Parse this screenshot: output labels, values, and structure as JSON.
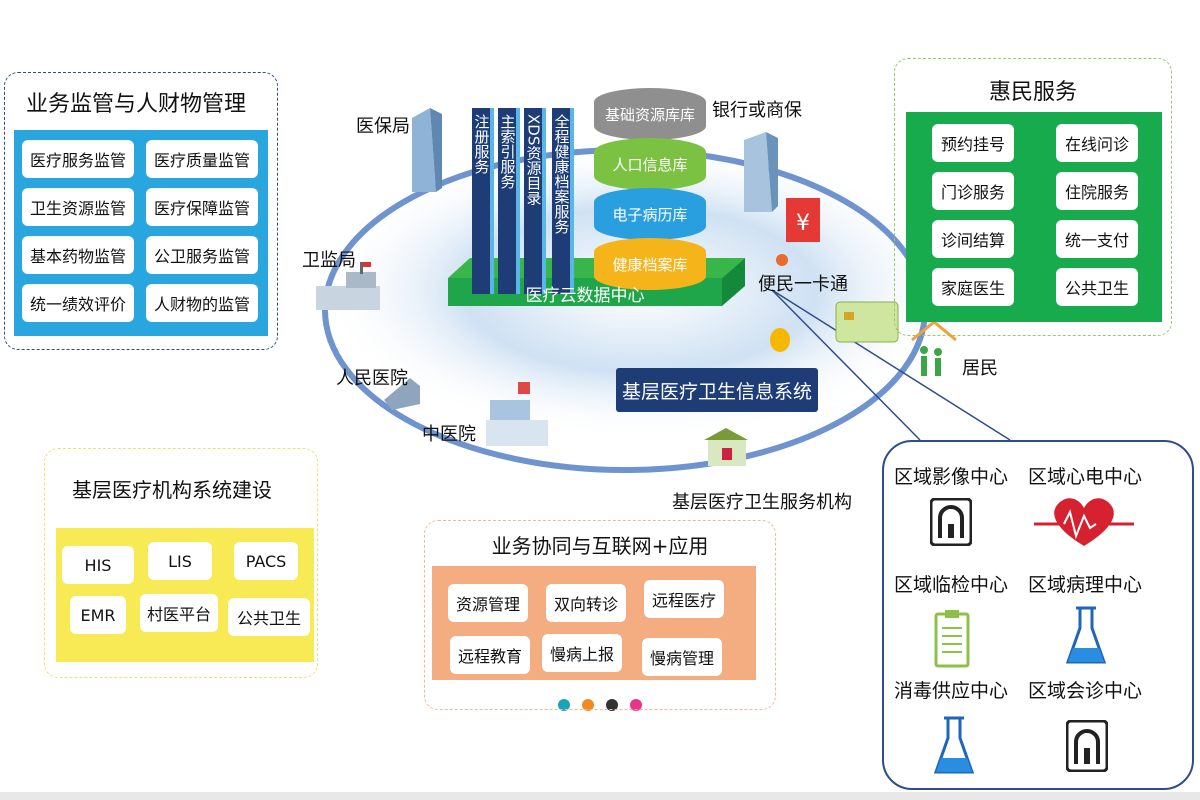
{
  "supervision": {
    "title": "业务监管与人财物管理",
    "items": [
      "医疗服务监管",
      "医疗质量监管",
      "卫生资源监管",
      "医疗保障监管",
      "基本药物监管",
      "公卫服务监管",
      "统一绩效评价",
      "人财物的监管"
    ]
  },
  "benefit": {
    "title": "惠民服务",
    "items": [
      "预约挂号",
      "在线问诊",
      "门诊服务",
      "住院服务",
      "诊间结算",
      "统一支付",
      "家庭医生",
      "公共卫生"
    ]
  },
  "center": {
    "services": [
      "注册服务",
      "主索引服务",
      "XDS资源目录",
      "全程健康档案服务"
    ],
    "databases": [
      "基础资源库库",
      "人口信息库",
      "电子病历库",
      "健康档案库"
    ],
    "platform": "医疗云数据中心",
    "system": "基层医疗卫生信息系统"
  },
  "nodes": {
    "insurance_bureau": "医保局",
    "bank": "银行或商保",
    "health_supervision": "卫监局",
    "card": "便民一卡通",
    "peoples_hospital": "人民医院",
    "residents": "居民",
    "tcm_hospital": "中医院",
    "primary_institution": "基层医疗卫生服务机构"
  },
  "primary_system": {
    "title": "基层医疗机构系统建设",
    "items": [
      "HIS",
      "LIS",
      "PACS",
      "EMR",
      "村医平台",
      "公共卫生"
    ]
  },
  "collaboration": {
    "title": "业务协同与互联网+应用",
    "items": [
      "资源管理",
      "双向转诊",
      "远程医疗",
      "远程教育",
      "慢病上报",
      "慢病管理"
    ]
  },
  "regional": {
    "items": [
      "区域影像中心",
      "区域心电中心",
      "区域临检中心",
      "区域病理中心",
      "消毒供应中心",
      "区域会诊中心"
    ]
  },
  "colors": {
    "navy": "#1e3d77",
    "sky": "#2aa6df",
    "green": "#17ab4d",
    "yellow": "#f7ea55",
    "orange": "#f3ad80",
    "ring": "#6e93cf"
  }
}
